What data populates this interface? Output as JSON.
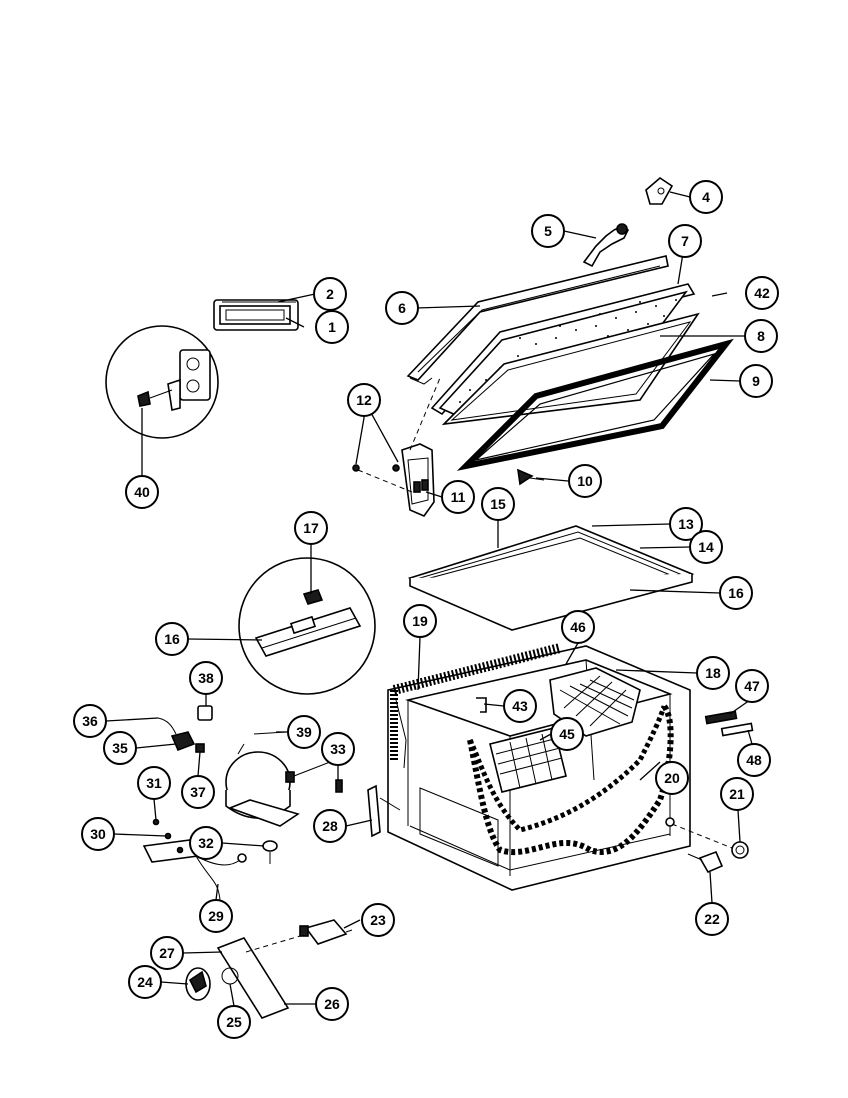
{
  "callouts": [
    {
      "label": "1"
    },
    {
      "label": "2"
    },
    {
      "label": "4"
    },
    {
      "label": "5"
    },
    {
      "label": "6"
    },
    {
      "label": "7"
    },
    {
      "label": "42"
    },
    {
      "label": "8"
    },
    {
      "label": "9"
    },
    {
      "label": "10"
    },
    {
      "label": "11"
    },
    {
      "label": "12"
    },
    {
      "label": "40"
    },
    {
      "label": "13"
    },
    {
      "label": "14"
    },
    {
      "label": "15"
    },
    {
      "label": "16"
    },
    {
      "label": "16"
    },
    {
      "label": "17"
    },
    {
      "label": "18"
    },
    {
      "label": "19"
    },
    {
      "label": "46"
    },
    {
      "label": "47"
    },
    {
      "label": "48"
    },
    {
      "label": "43"
    },
    {
      "label": "45"
    },
    {
      "label": "20"
    },
    {
      "label": "21"
    },
    {
      "label": "22"
    },
    {
      "label": "38"
    },
    {
      "label": "36"
    },
    {
      "label": "35"
    },
    {
      "label": "39"
    },
    {
      "label": "37"
    },
    {
      "label": "33"
    },
    {
      "label": "31"
    },
    {
      "label": "28"
    },
    {
      "label": "30"
    },
    {
      "label": "32"
    },
    {
      "label": "29"
    },
    {
      "label": "23"
    },
    {
      "label": "27"
    },
    {
      "label": "24"
    },
    {
      "label": "26"
    },
    {
      "label": "25"
    }
  ]
}
